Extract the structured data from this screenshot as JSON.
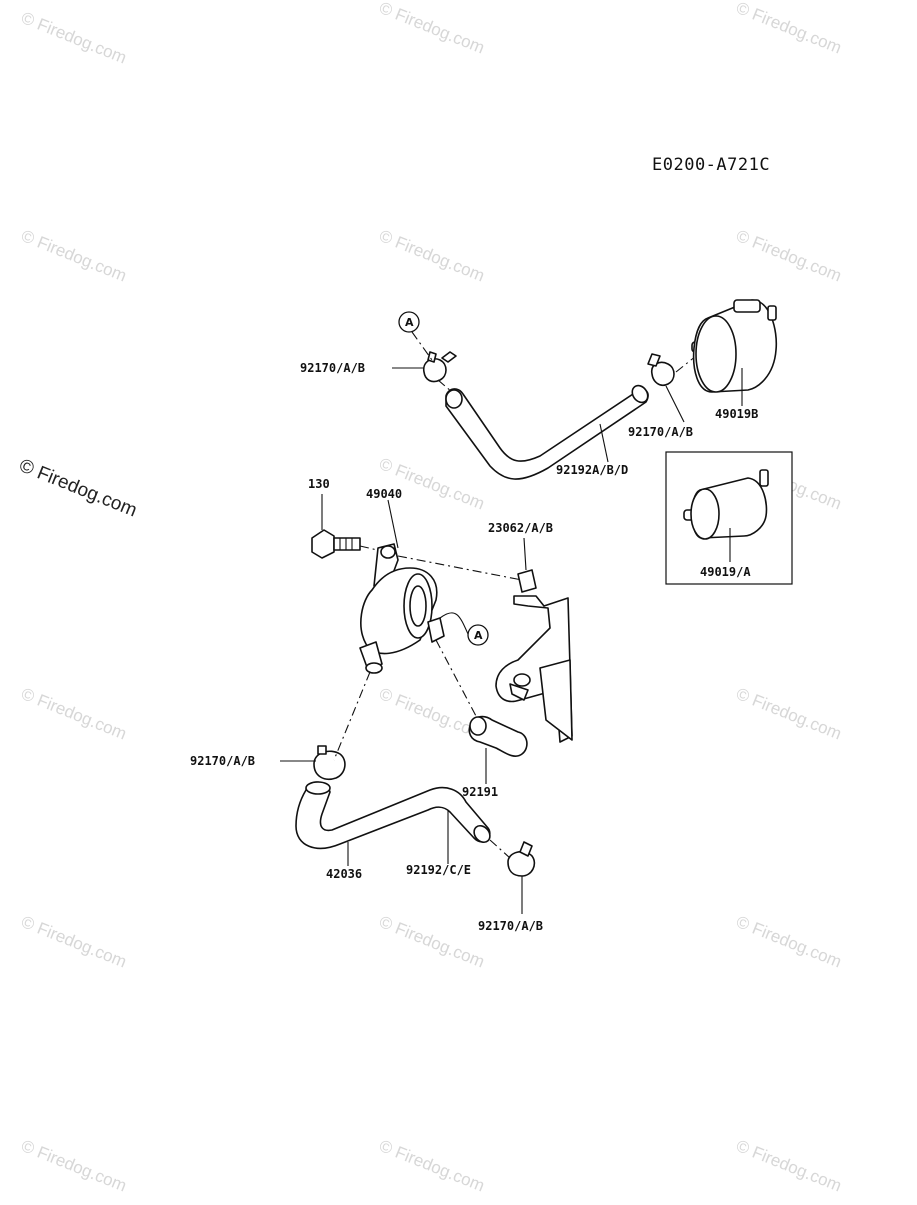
{
  "diagram_code": "E0200-A721C",
  "watermark": "© Firedog.com",
  "callouts": {
    "clamp_top": "92170/A/B",
    "clamp_right": "92170/A/B",
    "filter_b": "49019B",
    "hose_top": "92192A/B/D",
    "bolt": "130",
    "pump": "49040",
    "damper": "23062/A/B",
    "filter_a": "49019/A",
    "clamp_left": "92170/A/B",
    "hose_short": "92191",
    "hose_long": "42036",
    "hose_bottom": "92192/C/E",
    "clamp_bottom": "92170/A/B"
  },
  "ref_marks": {
    "top": "A",
    "pump": "A"
  }
}
